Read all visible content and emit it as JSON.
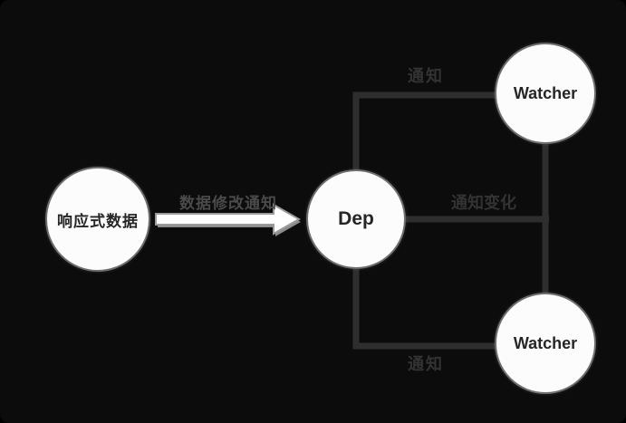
{
  "diagram": {
    "title": "Vue reactivity dependency diagram",
    "nodes": {
      "reactive_data": {
        "label": "响应式数据"
      },
      "dep": {
        "label": "Dep"
      },
      "watcher_top": {
        "label": "Watcher"
      },
      "watcher_bottom": {
        "label": "Watcher"
      }
    },
    "edges": {
      "data_to_dep": {
        "label": "数据修改通知",
        "style": "white block arrow"
      },
      "dep_to_watcher_top": {
        "label": "通知",
        "style": "elbow connector"
      },
      "dep_to_watchers_middle": {
        "label": "通知变化",
        "style": "straight connector"
      },
      "dep_to_watcher_bottom": {
        "label": "通知",
        "style": "elbow connector"
      }
    },
    "colors": {
      "background": "#0c0c0c",
      "node_fill": "#fcfcfc",
      "node_border": "#6e6e6e",
      "node_text": "#262626",
      "connector": "#2e2e2e",
      "edge_label_dim": "#333333",
      "edge_label_main": "#4a4a4a",
      "arrow_fill": "#ffffff",
      "arrow_outline": "#9a9a9a",
      "arrow_shadow": "#8c8c8c"
    }
  }
}
